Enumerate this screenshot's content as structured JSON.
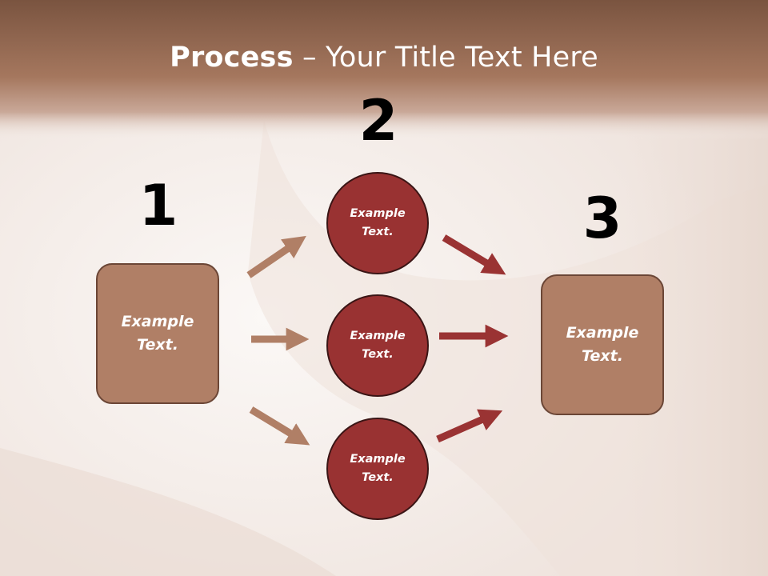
{
  "title": {
    "bold": "Process",
    "rest": " – Your Title Text Here"
  },
  "steps": [
    {
      "number": "1",
      "line1": "Example",
      "line2": "Text."
    },
    {
      "number": "2"
    },
    {
      "number": "3",
      "line1": "Example",
      "line2": "Text."
    }
  ],
  "circles": [
    {
      "line1": "Example",
      "line2": "Text."
    },
    {
      "line1": "Example",
      "line2": "Text."
    },
    {
      "line1": "Example",
      "line2": "Text."
    }
  ],
  "colors": {
    "header": "#a3755c",
    "box_fill": "#b07f66",
    "circle_fill": "#993232",
    "arrow_left": "#b07f66",
    "arrow_right": "#9a3333"
  }
}
